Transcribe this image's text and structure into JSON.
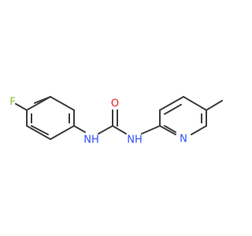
{
  "molecule": {
    "atoms": {
      "fluorine": "F",
      "carbonyl_oxygen": "O",
      "nh_left": "NH",
      "nh_right": "NH",
      "pyridine_n": "N"
    },
    "colors": {
      "bond": "#3c3c3c",
      "fluorine": "#8fbf3a",
      "oxygen": "#e8201f",
      "nitrogen": "#3050f8"
    }
  }
}
